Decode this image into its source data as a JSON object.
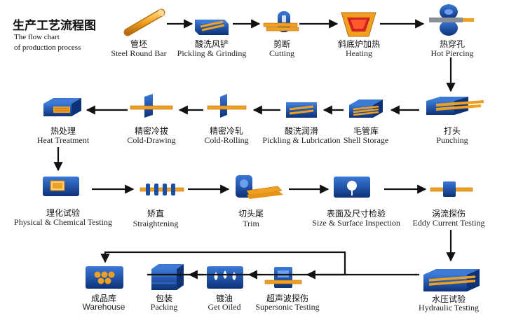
{
  "title": {
    "cn": "生产工艺流程图",
    "en_line1": "The flow chart",
    "en_line2": "of production process"
  },
  "colors": {
    "blue": "#1a4fa8",
    "blue_dark": "#0d3278",
    "orange": "#f0a020",
    "orange_dark": "#c87810",
    "arrow": "#111111"
  },
  "steps": [
    {
      "id": "steel-round-bar",
      "cn": "管坯",
      "en": "Steel Round Bar",
      "icon": "round-bar-icon"
    },
    {
      "id": "pickling-grinding",
      "cn": "酸洗风铲",
      "en": "Pickling & Grinding",
      "icon": "pickling-tank-icon"
    },
    {
      "id": "cutting",
      "cn": "剪断",
      "en": "Cutting",
      "icon": "cutting-machine-icon"
    },
    {
      "id": "heating",
      "cn": "斜底炉加热",
      "en": "Heating",
      "icon": "furnace-icon"
    },
    {
      "id": "hot-piercing",
      "cn": "热穿孔",
      "en": "Hot Piercing",
      "icon": "piercing-rolls-icon"
    },
    {
      "id": "punching",
      "cn": "打头",
      "en": "Punching",
      "icon": "punching-bed-icon"
    },
    {
      "id": "shell-storage",
      "cn": "毛管库",
      "en": "Shell Storage",
      "icon": "shell-rack-icon"
    },
    {
      "id": "pickling-lubrication",
      "cn": "酸洗润滑",
      "en": "Pickling & Lubrication",
      "icon": "lubrication-tank-icon"
    },
    {
      "id": "cold-rolling",
      "cn": "精密冷轧",
      "en": "Cold-Rolling",
      "icon": "cold-rolling-die-icon"
    },
    {
      "id": "cold-drawing",
      "cn": "精密冷拔",
      "en": "Cold-Drawing",
      "icon": "cold-drawing-die-icon"
    },
    {
      "id": "heat-treatment",
      "cn": "热处理",
      "en": "Heat Treatment",
      "icon": "heat-treatment-furnace-icon"
    },
    {
      "id": "physical-chemical-testing",
      "cn": "理化试验",
      "en": "Physical & Chemical Testing",
      "icon": "lab-testing-icon"
    },
    {
      "id": "straightening",
      "cn": "矫直",
      "en": "Straightening",
      "icon": "straightening-rollers-icon"
    },
    {
      "id": "trim",
      "cn": "切头尾",
      "en": "Trim",
      "icon": "trim-saw-icon"
    },
    {
      "id": "size-surface-inspection",
      "cn": "表面及尺寸检验",
      "en": "Size & Surface Inspection",
      "icon": "inspection-gauge-icon"
    },
    {
      "id": "eddy-current-testing",
      "cn": "涡流探伤",
      "en": "Eddy Current Testing",
      "icon": "eddy-current-coil-icon"
    },
    {
      "id": "hydraulic-testing",
      "cn": "水压试验",
      "en": "Hydraulic Testing",
      "icon": "hydraulic-test-bench-icon"
    },
    {
      "id": "supersonic-testing",
      "cn": "超声波探伤",
      "en": "Supersonic Testing",
      "icon": "ultrasonic-tester-icon"
    },
    {
      "id": "get-oiled",
      "cn": "镀油",
      "en": "Get Oiled",
      "icon": "oil-drops-icon"
    },
    {
      "id": "packing",
      "cn": "包装",
      "en": "Packing",
      "icon": "bundle-box-icon"
    },
    {
      "id": "warehouse",
      "cn": "成品库",
      "en": "Warehouse",
      "icon": "warehouse-stack-icon"
    }
  ]
}
